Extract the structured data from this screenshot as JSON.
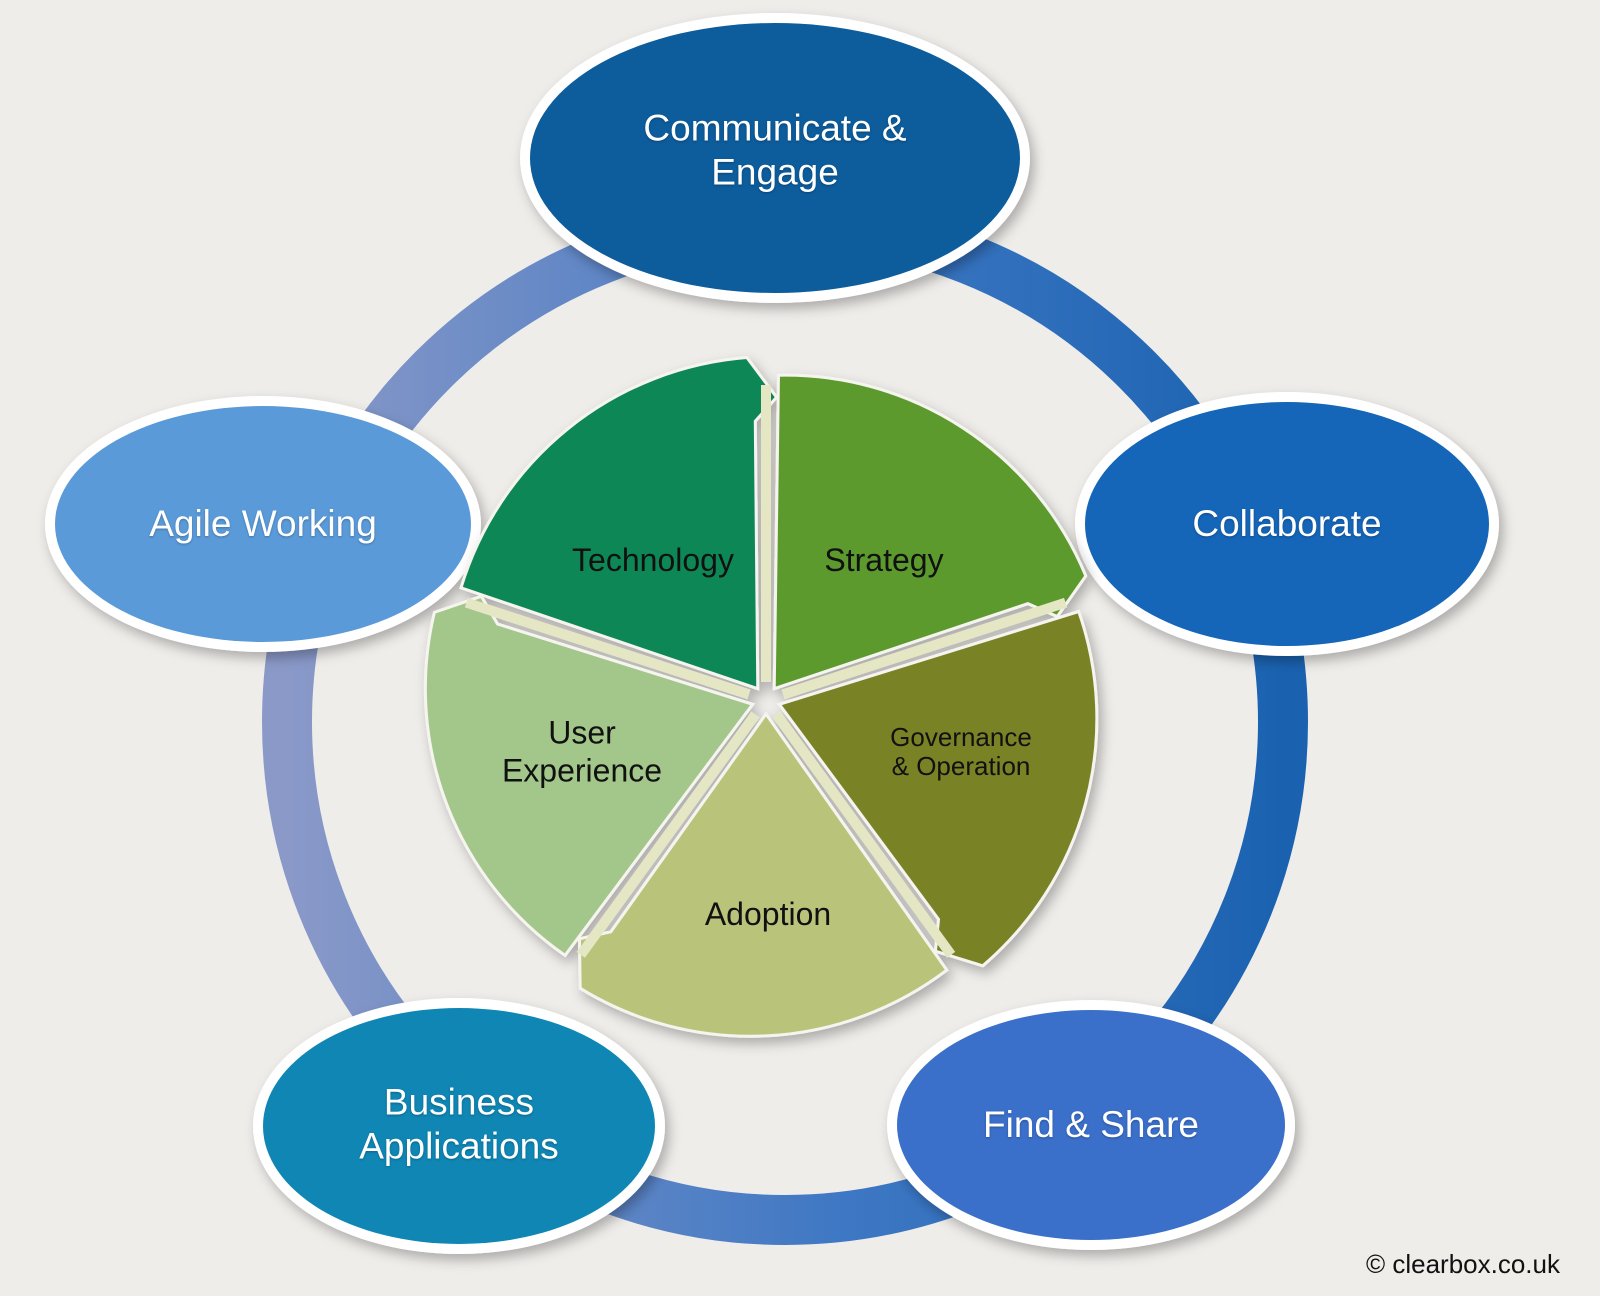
{
  "outer_nodes": [
    {
      "id": "communicate-engage",
      "lines": [
        "Communicate &",
        "Engage"
      ],
      "color": "#0d5c9c"
    },
    {
      "id": "collaborate",
      "lines": [
        "Collaborate"
      ],
      "color": "#1565b8"
    },
    {
      "id": "find-share",
      "lines": [
        "Find & Share"
      ],
      "color": "#3a6fca"
    },
    {
      "id": "business-applications",
      "lines": [
        "Business",
        "Applications"
      ],
      "color": "#0f86b4"
    },
    {
      "id": "agile-working",
      "lines": [
        "Agile Working"
      ],
      "color": "#5a9ad8"
    }
  ],
  "inner_segments": [
    {
      "id": "strategy",
      "lines": [
        "Strategy"
      ],
      "color": "#5c9a2e"
    },
    {
      "id": "governance-operation",
      "lines": [
        "Governance",
        "& Operation"
      ],
      "color": "#7a8228"
    },
    {
      "id": "adoption",
      "lines": [
        "Adoption"
      ],
      "color": "#b9c47a"
    },
    {
      "id": "user-experience",
      "lines": [
        "User",
        "Experience"
      ],
      "color": "#a3c78a"
    },
    {
      "id": "technology",
      "lines": [
        "Technology"
      ],
      "color": "#0e8754"
    }
  ],
  "ring_colors": {
    "left": "#8a99c8",
    "right": "#1a62b0"
  },
  "copyright": "© clearbox.co.uk"
}
